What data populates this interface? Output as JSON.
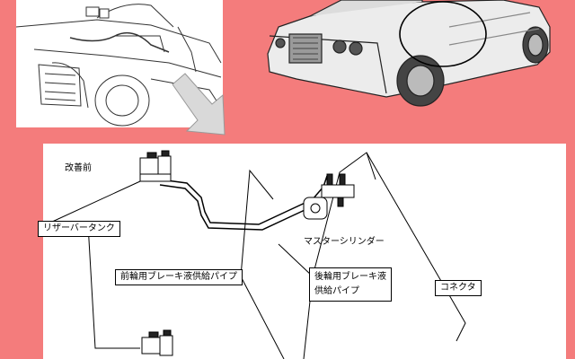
{
  "diagram": {
    "title": "改善前",
    "labels": {
      "reservoir_tank": "リザーバータンク",
      "master_cylinder": "マスターシリンダー",
      "front_brake_pipe": "前輪用ブレーキ液供給パイプ",
      "rear_brake_pipe_line1": "後輪用ブレーキ液",
      "rear_brake_pipe_line2": "供給パイプ",
      "connector": "コネクタ"
    }
  },
  "colors": {
    "background": "#f47c7c",
    "panel": "#ffffff",
    "line": "#000000",
    "car_body": "#eaeaea",
    "arrow_fill": "#d9d9d9"
  },
  "icons": [
    "car-sketch",
    "car-photo",
    "down-right-arrow",
    "reservoir-tank-icon",
    "master-cylinder-icon"
  ]
}
